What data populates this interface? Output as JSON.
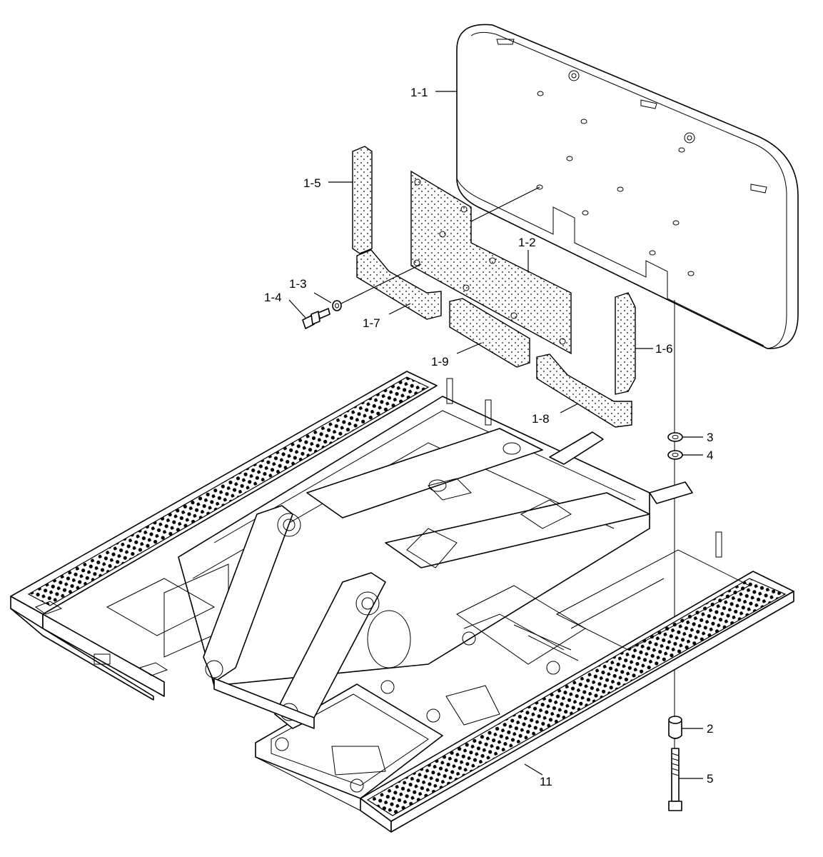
{
  "callouts": {
    "p1_1": "1-1",
    "p1_2": "1-2",
    "p1_3": "1-3",
    "p1_4": "1-4",
    "p1_5": "1-5",
    "p1_6": "1-6",
    "p1_7": "1-7",
    "p1_8": "1-8",
    "p1_9": "1-9",
    "p2": "2",
    "p3": "3",
    "p4": "4",
    "p5": "5",
    "p11": "11"
  }
}
